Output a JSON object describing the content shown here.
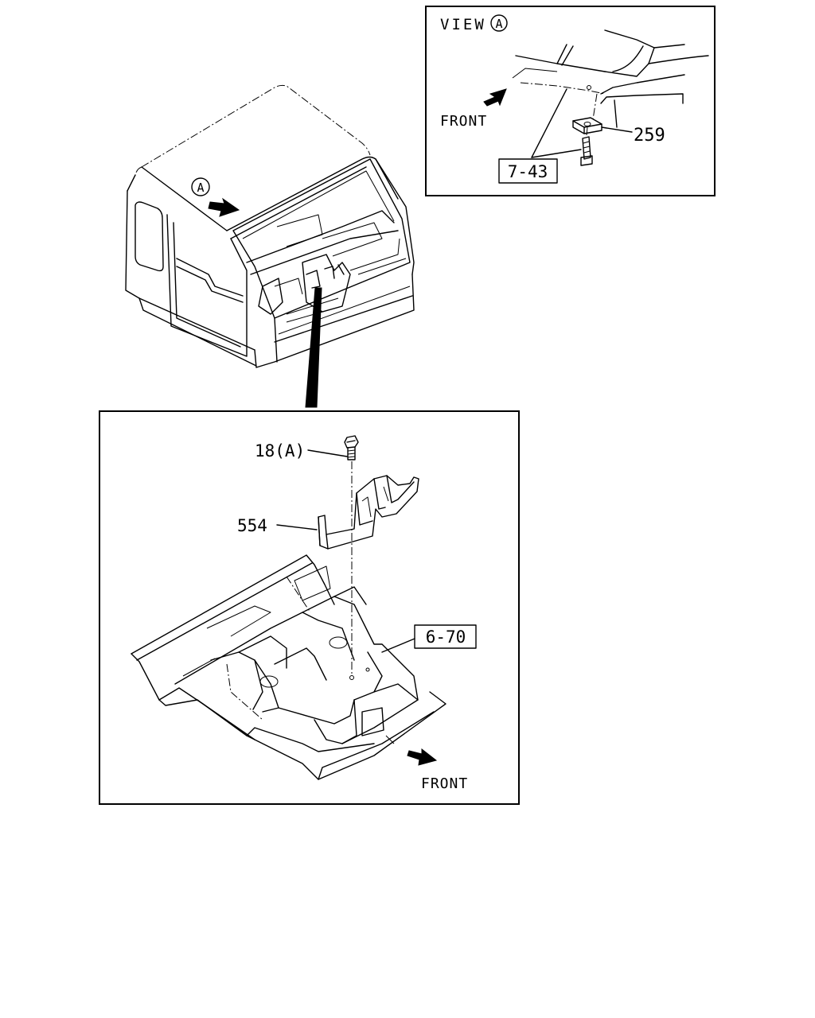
{
  "view_panel": {
    "title": "VIEW",
    "circle_letter": "A",
    "front_label": "FRONT",
    "part_259": "259",
    "ref_7_43": "7-43"
  },
  "cab": {
    "view_marker_letter": "A"
  },
  "detail_panel": {
    "part_18": "18(A)",
    "part_554": "554",
    "ref_6_70": "6-70",
    "front_label": "FRONT"
  }
}
